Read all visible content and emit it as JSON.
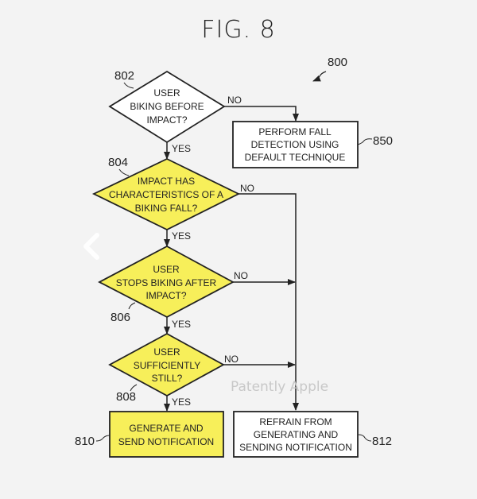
{
  "figure": {
    "title": "FIG. 8",
    "reference": "800",
    "watermark": "Patently Apple",
    "colors": {
      "highlight": "#f7ef5a",
      "line": "#222222",
      "box": "#ffffff",
      "background": "#f3f3f3"
    }
  },
  "nodes": {
    "n802": {
      "ref": "802",
      "type": "decision",
      "lines": [
        "USER",
        "BIKING BEFORE",
        "IMPACT?"
      ]
    },
    "n804": {
      "ref": "804",
      "type": "decision",
      "lines": [
        "IMPACT HAS",
        "CHARACTERISTICS OF A",
        "BIKING FALL?"
      ]
    },
    "n806": {
      "ref": "806",
      "type": "decision",
      "lines": [
        "USER",
        "STOPS BIKING AFTER",
        "IMPACT?"
      ]
    },
    "n808": {
      "ref": "808",
      "type": "decision",
      "lines": [
        "USER",
        "SUFFICIENTLY",
        "STILL?"
      ]
    },
    "n810": {
      "ref": "810",
      "type": "process",
      "lines": [
        "GENERATE AND",
        "SEND NOTIFICATION"
      ]
    },
    "n812": {
      "ref": "812",
      "type": "process",
      "lines": [
        "REFRAIN FROM",
        "GENERATING AND",
        "SENDING NOTIFICATION"
      ]
    },
    "n850": {
      "ref": "850",
      "type": "process",
      "lines": [
        "PERFORM FALL",
        "DETECTION USING",
        "DEFAULT TECHNIQUE"
      ]
    }
  },
  "edges": {
    "e802_yes": "YES",
    "e802_no": "NO",
    "e804_yes": "YES",
    "e804_no": "NO",
    "e806_yes": "YES",
    "e806_no": "NO",
    "e808_yes": "YES",
    "e808_no": "NO"
  },
  "nav": {
    "back_icon": "chevron-left-icon"
  }
}
